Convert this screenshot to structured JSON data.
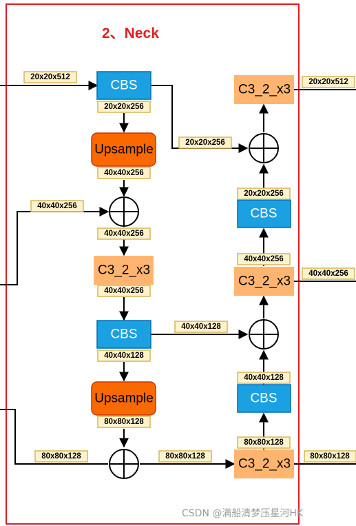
{
  "title": "2、Neck",
  "watermark": "CSDN @满船清梦压星河HK",
  "colors": {
    "frame": "#e31c23",
    "title": "#e31c23",
    "cbs_fill": "#1ba1e2",
    "cbs_stroke": "#006eaf",
    "upsample_fill": "#fa6800",
    "upsample_stroke": "#c73500",
    "c3_fill": "#ffb570",
    "label_fill": "#fff2cc",
    "label_stroke": "#d6b656",
    "watermark": "#9a9a9a"
  },
  "blocks": {
    "cbs_1": "CBS",
    "upsample_1": "Upsample",
    "c3_left": "C3_2_x3",
    "cbs_2": "CBS",
    "upsample_2": "Upsample",
    "c3_bottom": "C3_2_x3",
    "cbs_right_low": "CBS",
    "c3_right_mid": "C3_2_x3",
    "cbs_right_high": "CBS",
    "c3_right_top": "C3_2_x3"
  },
  "labels": {
    "in_top": "20x20x512",
    "cbs1_out": "20x20x256",
    "skip_top": "20x20x256",
    "up1_out": "40x40x256",
    "in_mid": "40x40x256",
    "concat1_out": "40x40x256",
    "c3_left_out": "40x40x256",
    "skip_mid": "40x40x128",
    "cbs2_out": "40x40x128",
    "up2_out": "80x80x128",
    "in_bottom": "80x80x128",
    "concat3_out": "80x80x128",
    "out_bottom": "80x80x128",
    "c3_bottom_out": "80x80x128",
    "cbs_right_low_out": "40x40x128",
    "out_mid": "40x40x256",
    "c3_right_mid_out": "40x40x256",
    "cbs_right_high_out": "20x20x256",
    "out_top": "20x20x512"
  }
}
